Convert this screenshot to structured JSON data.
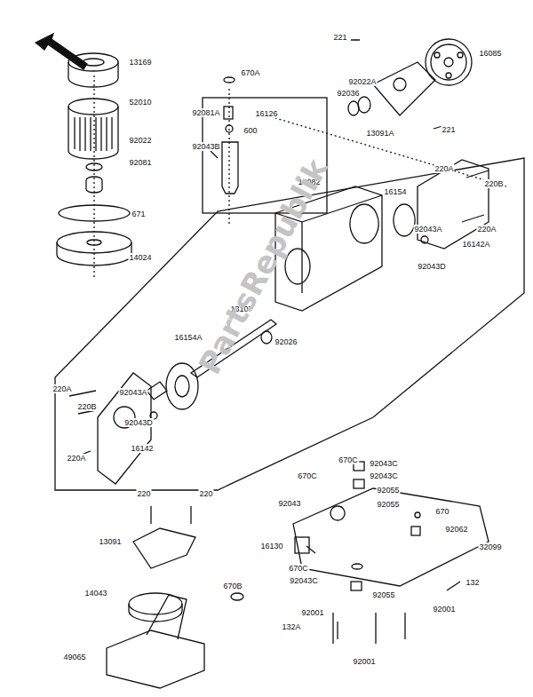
{
  "diagram": {
    "labels": [
      "13169",
      "52010",
      "92022",
      "92081",
      "671",
      "14024",
      "670A",
      "92081A",
      "16126",
      "600",
      "92043B",
      "221",
      "16085",
      "92022A",
      "92036",
      "13091A",
      "221",
      "220A",
      "16082",
      "220B",
      "16154",
      "92043A",
      "220A",
      "16142A",
      "92043D",
      "13107",
      "92026",
      "16154A",
      "220A",
      "92043A",
      "220B",
      "92043D",
      "16142",
      "220A",
      "670C",
      "670C",
      "92043C",
      "92043C",
      "92055",
      "670",
      "92043",
      "92055",
      "92062",
      "220",
      "220",
      "16130",
      "32099",
      "13091",
      "670C",
      "92043C",
      "92055",
      "132",
      "92001",
      "92001",
      "14043",
      "670B",
      "132A",
      "92001",
      "49065",
      "PartsRepublik"
    ]
  }
}
